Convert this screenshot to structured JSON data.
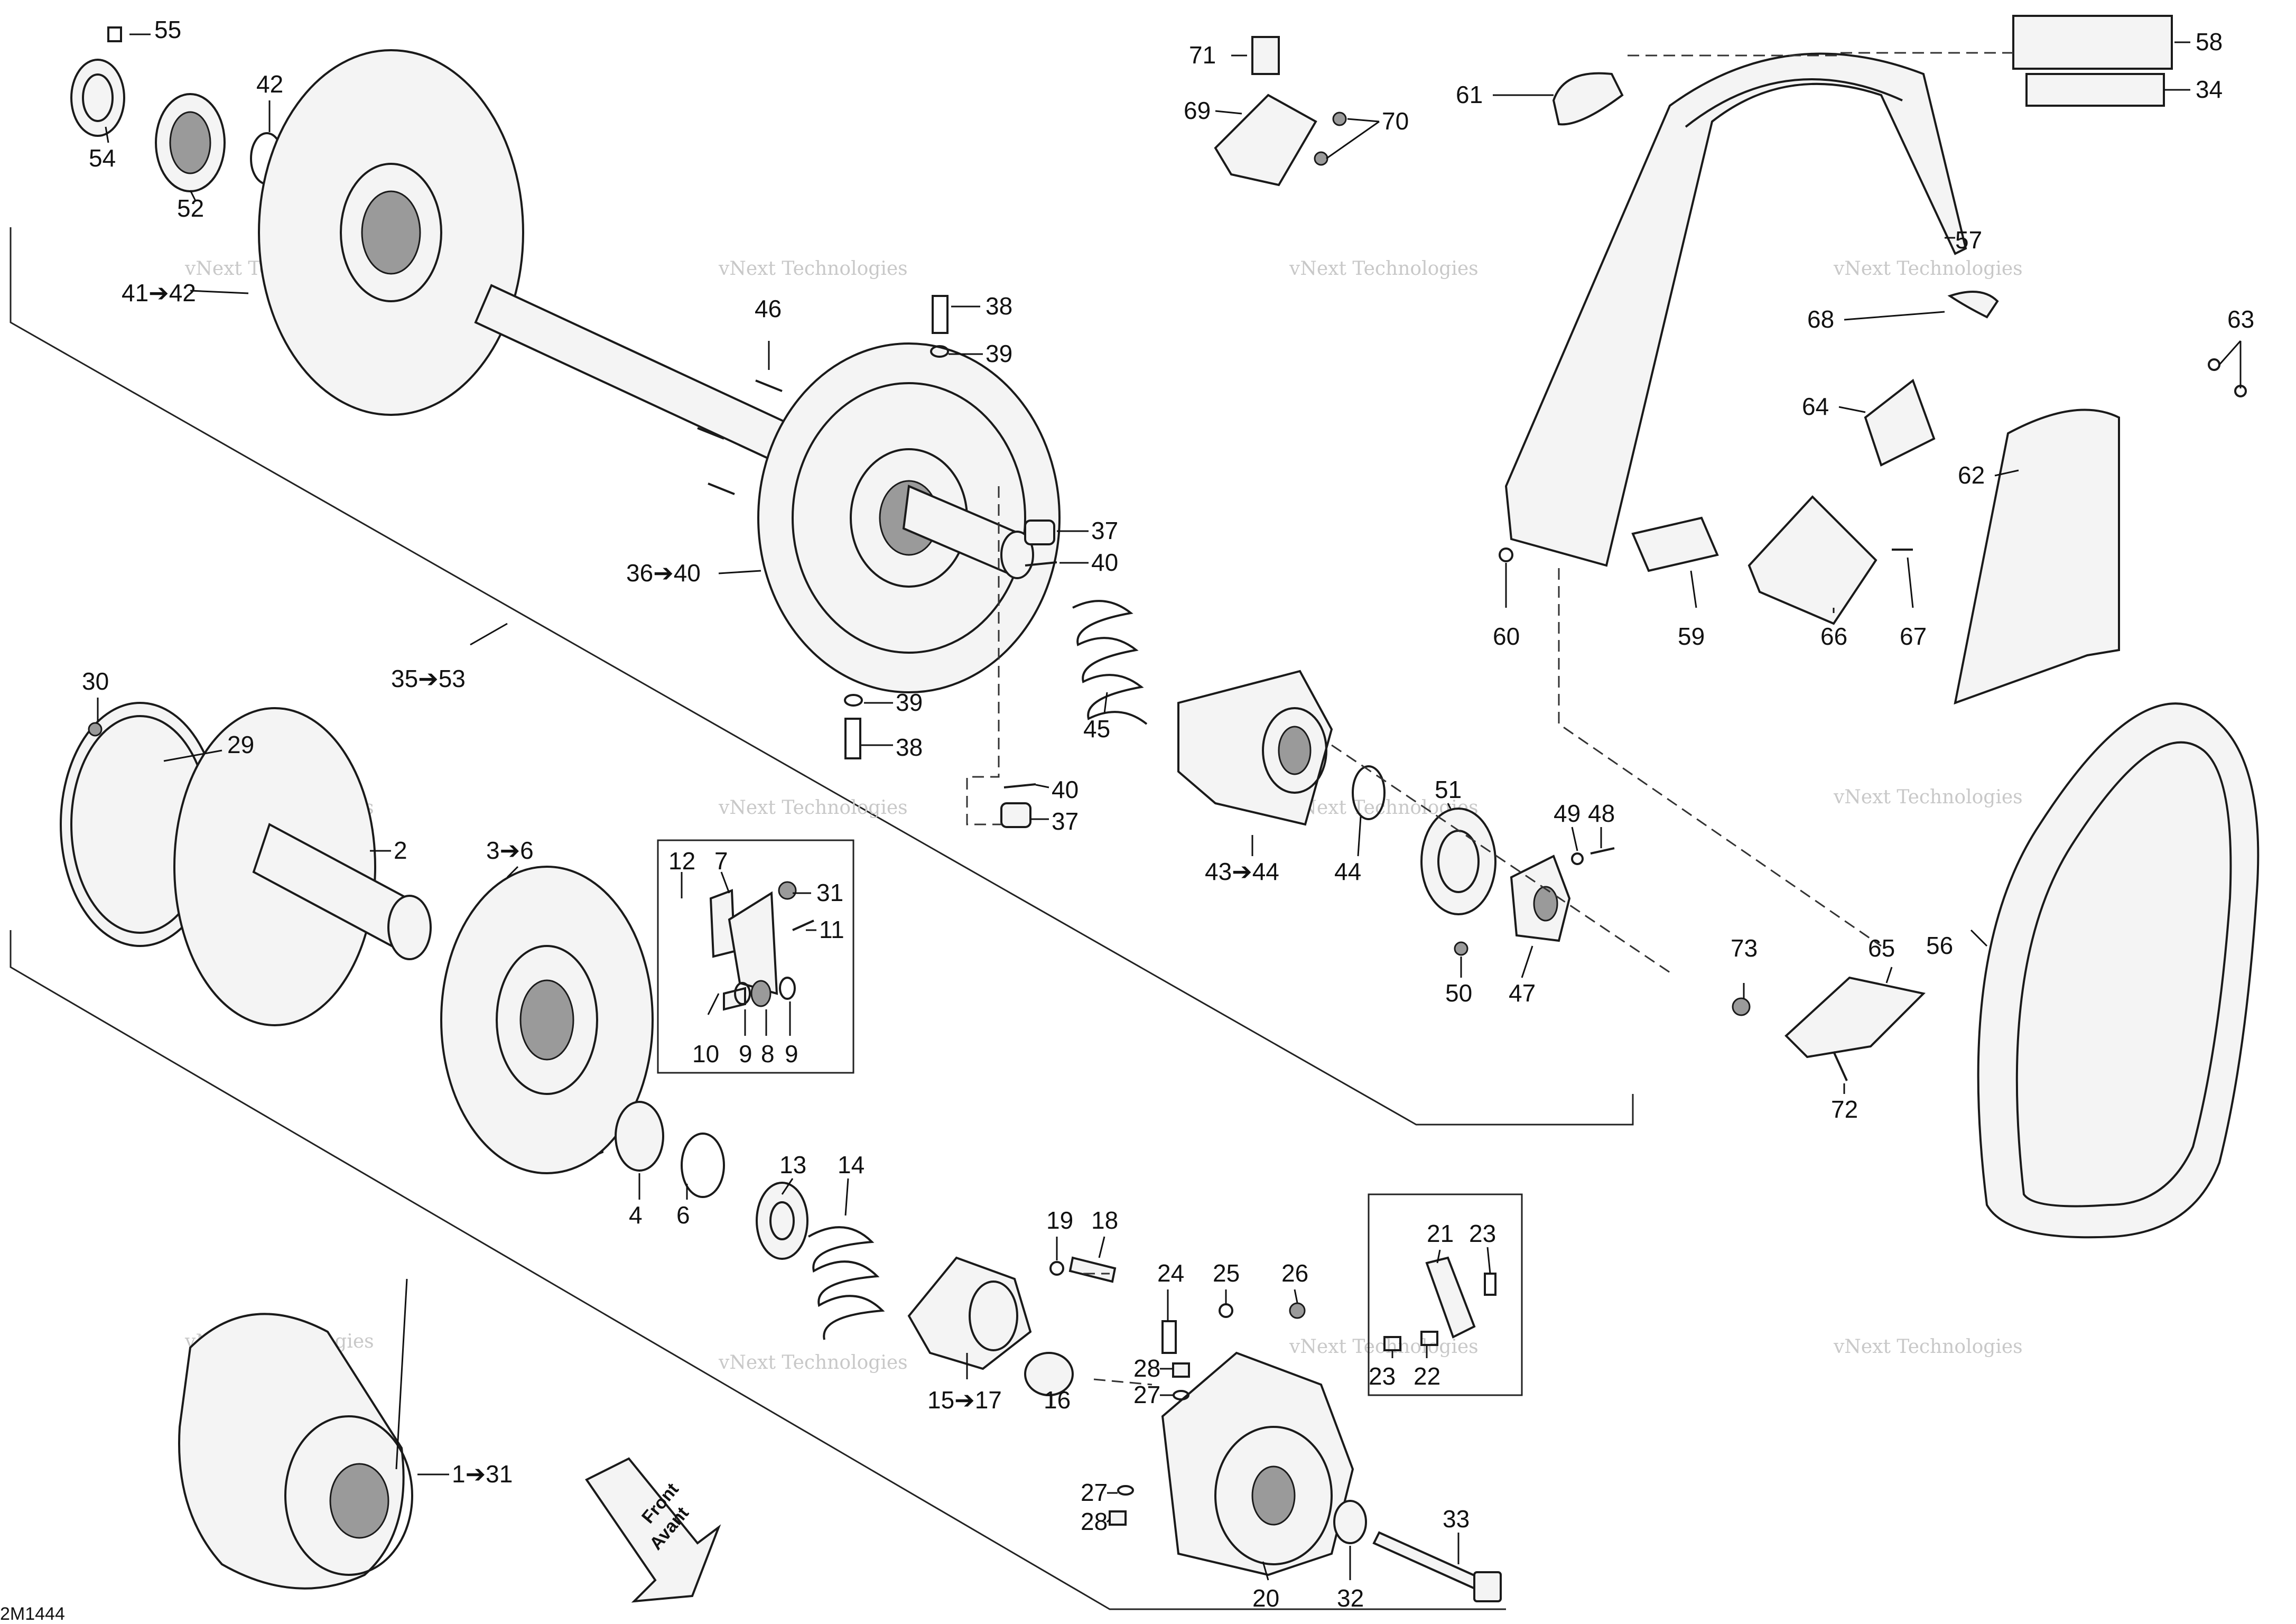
{
  "diagram_id": "2M1444",
  "watermark": "vNext Technologies",
  "watermark_line1": "vNext",
  "watermark_line2": "Technologies",
  "front_arrow": {
    "line1": "Front",
    "line2": "Avant"
  },
  "callouts": {
    "c55": "55",
    "c54": "54",
    "c52": "52",
    "c42": "42",
    "c41_42": "41➔42",
    "c46": "46",
    "c38a": "38",
    "c39a": "39",
    "c37a": "37",
    "c40a": "40",
    "c36_40": "36➔40",
    "c35_53": "35➔53",
    "c39b": "39",
    "c38b": "38",
    "c45": "45",
    "c40b": "40",
    "c37b": "37",
    "c71": "71",
    "c69": "69",
    "c70": "70",
    "c61": "61",
    "c58": "58",
    "c34": "34",
    "c57": "57",
    "c68": "68",
    "c63": "63",
    "c64": "64",
    "c62": "62",
    "c60": "60",
    "c59": "59",
    "c66": "66",
    "c67": "67",
    "c30": "30",
    "c29": "29",
    "c2": "2",
    "c3_6": "3➔6",
    "c12": "12",
    "c7": "7",
    "c31": "31",
    "c11": "11",
    "c10": "10",
    "c9a": "9",
    "c8": "8",
    "c9b": "9",
    "c43_44": "43➔44",
    "c44": "44",
    "c51": "51",
    "c49": "49",
    "c48": "48",
    "c50": "50",
    "c47": "47",
    "c56": "56",
    "c73": "73",
    "c65": "65",
    "c72": "72",
    "c4": "4",
    "c6": "6",
    "c13": "13",
    "c14": "14",
    "c19": "19",
    "c18": "18",
    "c15_17": "15➔17",
    "c16": "16",
    "c24": "24",
    "c25": "25",
    "c26": "26",
    "c28a": "28",
    "c27a": "27",
    "c21": "21",
    "c23a": "23",
    "c23b": "23",
    "c22": "22",
    "c1_31": "1➔31",
    "c27b": "27",
    "c28b": "28",
    "c20": "20",
    "c32": "32",
    "c33": "33"
  }
}
